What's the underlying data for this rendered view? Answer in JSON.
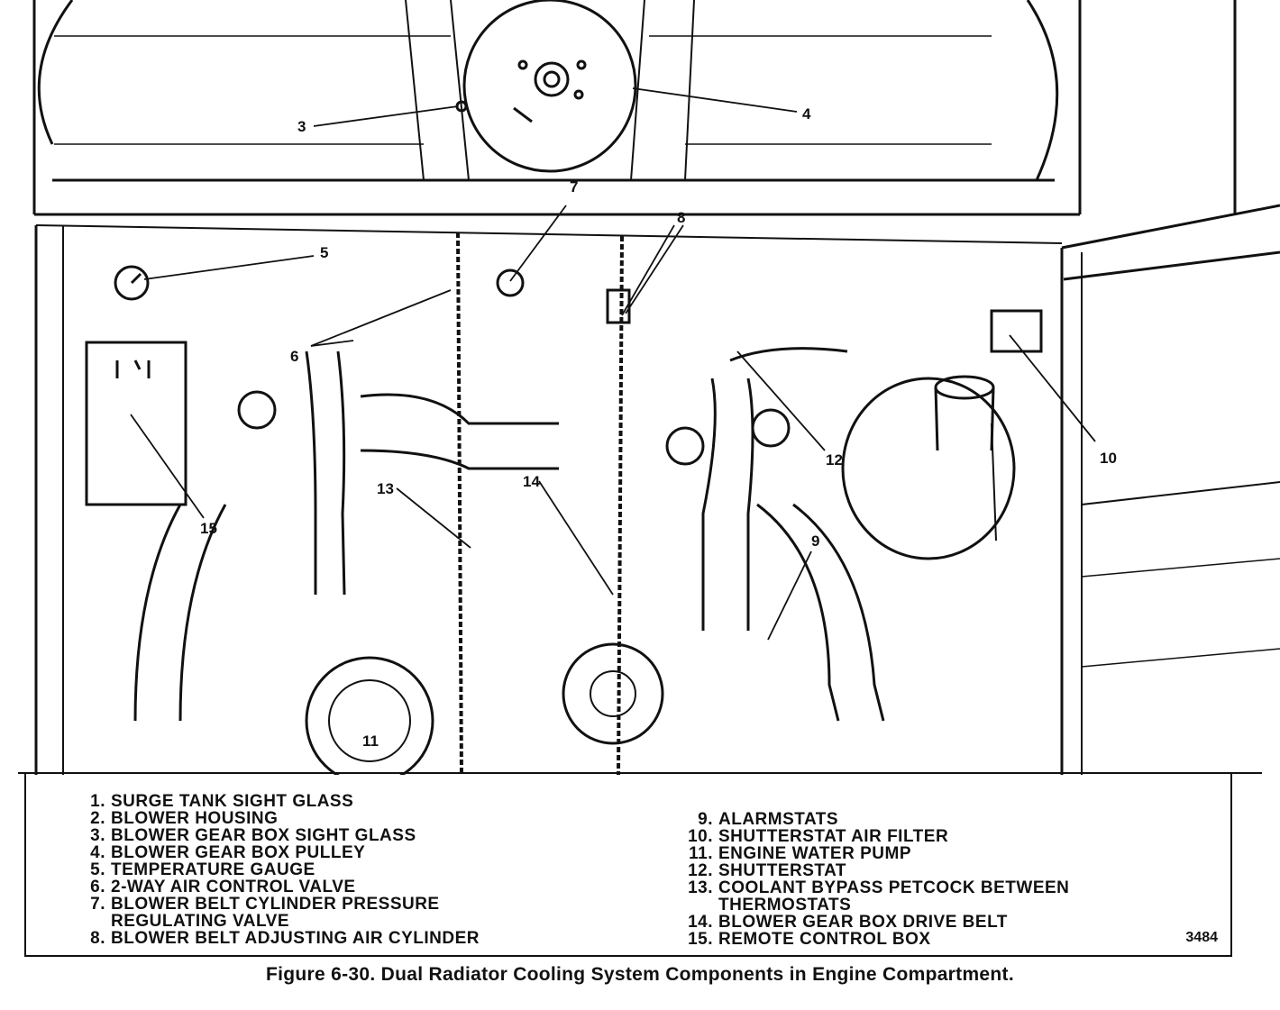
{
  "diagram": {
    "callouts": [
      "3",
      "4",
      "5",
      "6",
      "7",
      "8",
      "9",
      "10",
      "11",
      "12",
      "13",
      "14",
      "15"
    ]
  },
  "legend": {
    "left": [
      {
        "num": "1.",
        "text": "SURGE TANK SIGHT GLASS"
      },
      {
        "num": "2.",
        "text": "BLOWER HOUSING"
      },
      {
        "num": "3.",
        "text": "BLOWER GEAR BOX SIGHT GLASS"
      },
      {
        "num": "4.",
        "text": "BLOWER GEAR BOX PULLEY"
      },
      {
        "num": "5.",
        "text": "TEMPERATURE GAUGE"
      },
      {
        "num": "6.",
        "text": "2-WAY AIR CONTROL VALVE"
      },
      {
        "num": "7.",
        "text": "BLOWER BELT CYLINDER PRESSURE\nREGULATING VALVE"
      },
      {
        "num": "8.",
        "text": "BLOWER BELT ADJUSTING AIR CYLINDER"
      }
    ],
    "right": [
      {
        "num": "9.",
        "text": "ALARMSTATS"
      },
      {
        "num": "10.",
        "text": "SHUTTERSTAT AIR FILTER"
      },
      {
        "num": "11.",
        "text": "ENGINE WATER PUMP"
      },
      {
        "num": "12.",
        "text": "SHUTTERSTAT"
      },
      {
        "num": "13.",
        "text": "COOLANT BYPASS PETCOCK BETWEEN\nTHERMOSTATS"
      },
      {
        "num": "14.",
        "text": "BLOWER GEAR BOX DRIVE BELT"
      },
      {
        "num": "15.",
        "text": "REMOTE CONTROL BOX"
      }
    ],
    "figure_number": "3484"
  },
  "caption": "Figure 6-30. Dual Radiator Cooling System Components in Engine Compartment."
}
